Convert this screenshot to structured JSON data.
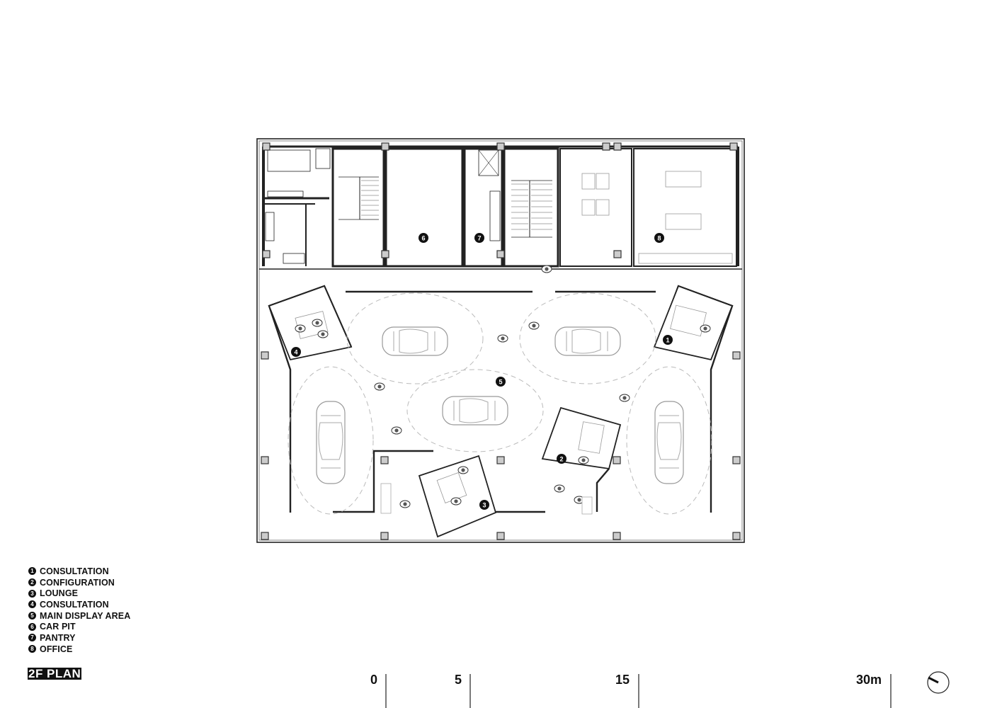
{
  "plan": {
    "title": "2F PLAN",
    "rooms": [
      {
        "num": "1",
        "label": "CONSULTATION"
      },
      {
        "num": "2",
        "label": "CONFIGURATION"
      },
      {
        "num": "3",
        "label": "LOUNGE"
      },
      {
        "num": "4",
        "label": "CONSULTATION"
      },
      {
        "num": "5",
        "label": "MAIN DISPLAY AREA"
      },
      {
        "num": "6",
        "label": "CAR PIT"
      },
      {
        "num": "7",
        "label": "PANTRY"
      },
      {
        "num": "8",
        "label": "OFFICE"
      }
    ]
  },
  "scale_bar": {
    "ticks": [
      "0",
      "5",
      "15",
      "30m"
    ]
  },
  "colors": {
    "line": "#222222",
    "dashed": "#bbbbbb",
    "wall_fill": "#cccccc",
    "marker": "#111111"
  },
  "icons": [
    "north-arrow-icon",
    "car-icon",
    "person-icon"
  ]
}
